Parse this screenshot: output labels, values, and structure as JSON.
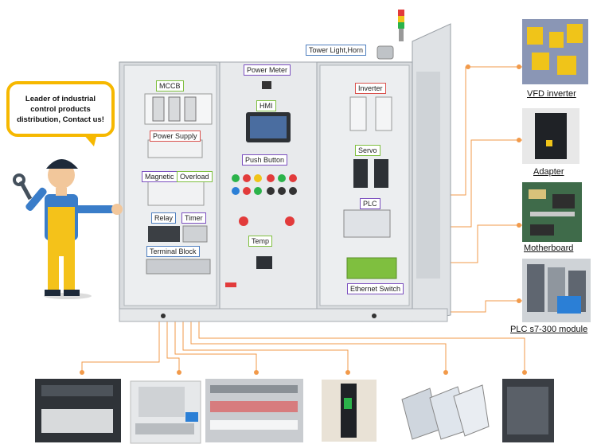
{
  "bubble": {
    "text": "Leader of industrial\ncontrol products\ndistribution, Contact us!"
  },
  "labels": {
    "mccb": "MCCB",
    "power_supply": "Power Supply",
    "magnetic": "Magnetic",
    "overload": "Overload",
    "relay": "Relay",
    "timer": "Timer",
    "terminal_block": "Terminal Block",
    "power_meter": "Power Meter",
    "hmi": "HMI",
    "push_button": "Push Button",
    "temp": "Temp",
    "tower_light": "Tower Light,Horn",
    "inverter": "Inverter",
    "servo": "Servo",
    "plc": "PLC",
    "ethernet_switch": "Ethernet Switch"
  },
  "products": {
    "vfd": "VFD inverter",
    "adapter": "Adapter",
    "motherboard": "Motherboard",
    "plc_module": "PLC s7-300 module"
  },
  "colors": {
    "connector": "#f29a4a",
    "bubble_border": "#f6b800",
    "cabinet": "#e3e5e8",
    "worker_shirt": "#3a7dc9",
    "worker_overalls": "#f4c21a"
  }
}
